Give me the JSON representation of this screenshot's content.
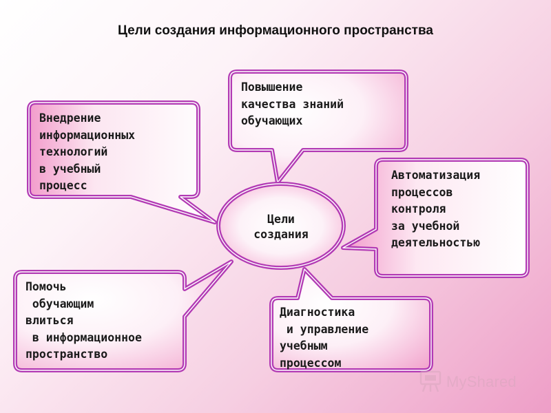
{
  "title": "Цели создания информационного пространства",
  "center": {
    "text": "Цели\nсоздания"
  },
  "bubbles": [
    {
      "text": "Внедрение\nинформационных\nтехнологий\nв учебный\nпроцесс"
    },
    {
      "text": "Повышение\nкачества знаний\nобучающих"
    },
    {
      "text": "Автоматизация\nпроцессов\nконтроля\nза учебной\nдеятельностью"
    },
    {
      "text": "Помочь\n обучающим\nвлиться\n в информационное\nпространство"
    },
    {
      "text": "Диагностика\n и управление\nучебным\nпроцессом"
    }
  ],
  "watermark": {
    "text": "MyShared"
  },
  "colors": {
    "border": "#b23ab4",
    "fill": "#ffffff",
    "fill_pink": "#f3a6cf",
    "background": "#f6cfe2"
  }
}
